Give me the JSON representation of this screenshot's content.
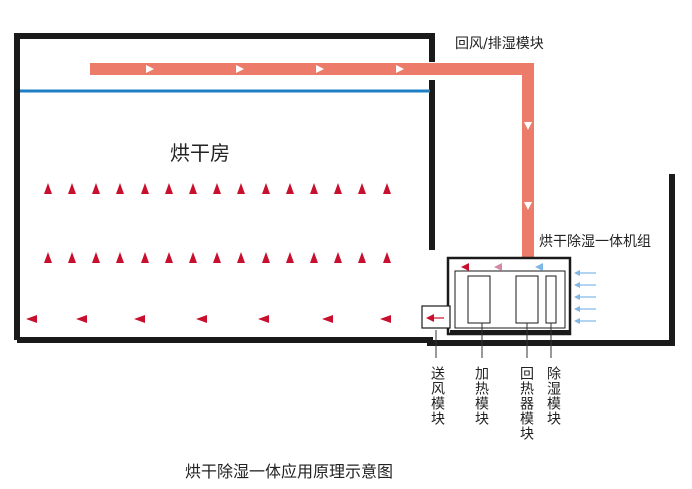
{
  "room_label": "烘干房",
  "return_air_label": "回风/排湿模块",
  "unit_label": "烘干除湿一体机组",
  "modules": {
    "supply": "送风模块",
    "heating": "加热模块",
    "reheat": "回热器模块",
    "dehumid": "除湿模块"
  },
  "caption": "烘干除湿一体应用原理示意图",
  "colors": {
    "wall": "#1a1a1a",
    "duct": "#ec7b6a",
    "ceiling": "#1e7fc4",
    "arrow": "#c8102e",
    "arrow_tail": "#f2a5a0",
    "inlet_arrow": "#7fb7e6",
    "mid_arrow": "#d48aa6"
  }
}
